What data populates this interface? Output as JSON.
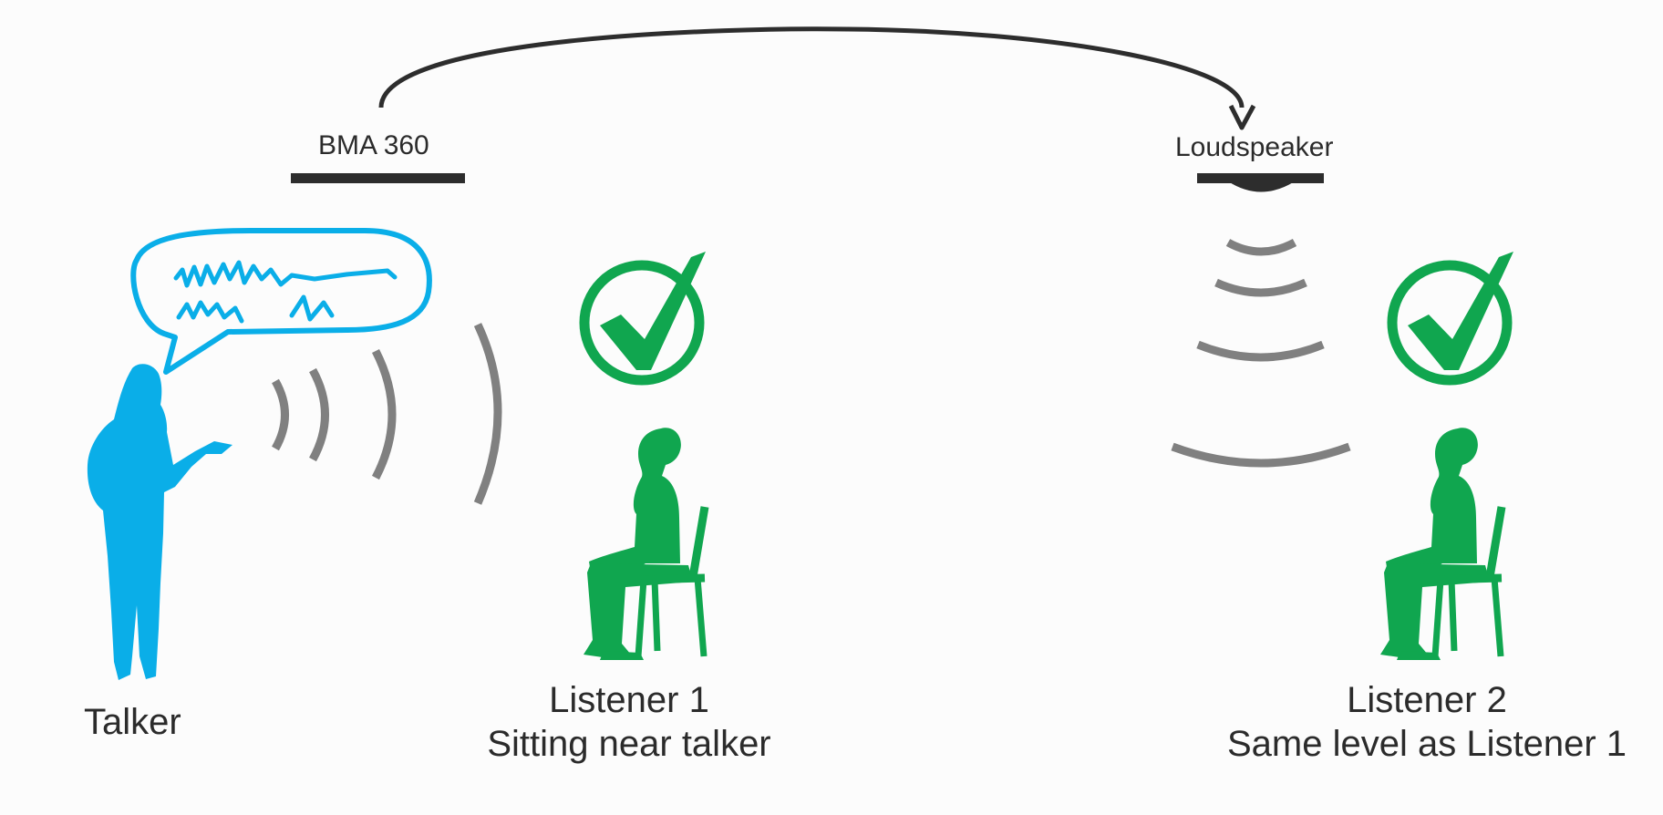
{
  "labels": {
    "mic": "BMA 360",
    "loudspeaker": "Loudspeaker",
    "talker": "Talker",
    "listener1_title": "Listener 1",
    "listener1_desc": "Sitting near talker",
    "listener2_title": "Listener 2",
    "listener2_desc": "Same level as Listener 1"
  },
  "colors": {
    "talker": "#0aaee8",
    "listener": "#10a64f",
    "waves": "#808080",
    "device": "#2d2d2d",
    "text": "#2b2b2b"
  },
  "icons": {
    "talker": "standing-woman-speaking",
    "speech": "speech-bubble-scribble",
    "listener": "seated-person-on-chair",
    "status": "check-circle"
  }
}
